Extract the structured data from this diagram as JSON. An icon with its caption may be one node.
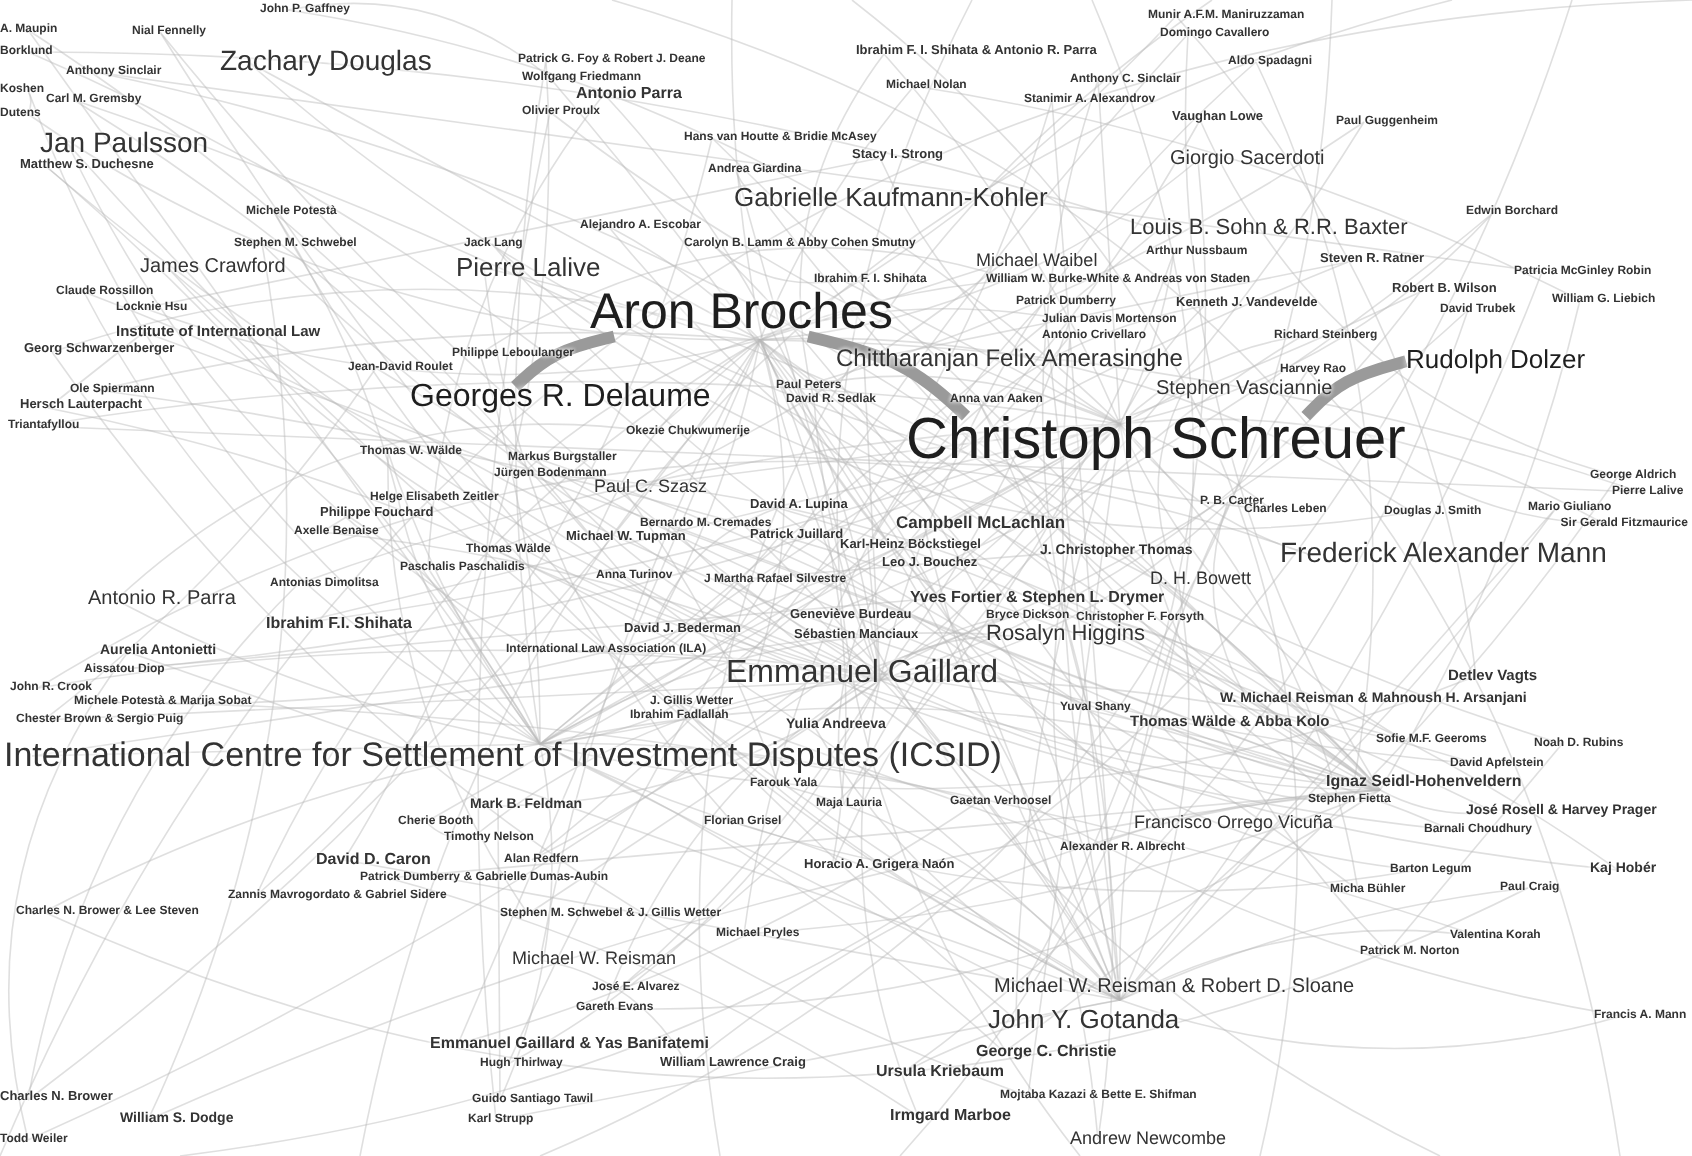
{
  "diagram": {
    "nodes": [
      {
        "text": [
          "Aron Broches"
        ]
      },
      {
        "text": [
          "Rudolph Dolzer"
        ]
      },
      {
        "text": [
          "Georges R. Delaume"
        ]
      },
      {
        "text": [
          "Christoph Schreuer"
        ]
      }
    ],
    "edges": [
      {
        "from": 2,
        "to": 0,
        "arrow": "none"
      },
      {
        "from": 0,
        "to": 3,
        "arrow": "none"
      },
      {
        "from": 3,
        "to": 1,
        "arrow": "none"
      }
    ],
    "labels": [
      "John P. Gaffney",
      "Munir A.F.M. Maniruzzaman",
      "A. Maupin",
      "Nial Fennelly",
      "Domingo Cavallero",
      "Borklund",
      "Ibrahim F. I. Shihata & Antonio R. Parra",
      "Zachary Douglas",
      "Patrick G. Foy & Robert J. Deane",
      "Aldo Spadagni",
      "Anthony Sinclair",
      "Wolfgang Friedmann",
      "Anthony C. Sinclair",
      "Michael Nolan",
      "Koshen",
      "Antonio Parra",
      "Carl M. Gremsby",
      "Stanimir A. Alexandrov",
      "Olivier Proulx",
      "Dutens",
      "Vaughan Lowe",
      "Paul Guggenheim",
      "Hans van Houtte & Bridie McAsey",
      "Jan Paulsson",
      "Stacy I. Strong",
      "Giorgio Sacerdoti",
      "Matthew S. Duchesne",
      "Andrea Giardina",
      "Gabrielle Kaufmann-Kohler",
      "Michele Potestà",
      "Edwin Borchard",
      "Alejandro A. Escobar",
      "Louis B. Sohn & R.R. Baxter",
      "Stephen M. Schwebel",
      "Jack Lang",
      "Carolyn B. Lamm & Abby Cohen Smutny",
      "Arthur Nussbaum",
      "Michael Waibel",
      "Steven R. Ratner",
      "James Crawford",
      "Pierre Lalive",
      "Patricia McGinley Robin",
      "Ibrahim F. I. Shihata",
      "William W. Burke-White & Andreas von Staden",
      "Claude Rossillon",
      "Robert B. Wilson",
      "William G. Liebich",
      "Patrick Dumberry",
      "Kenneth J. Vandevelde",
      "Locknie Hsu",
      "David Trubek",
      "Julian Davis Mortenson",
      "Institute of International Law",
      "Antonio Crivellaro",
      "Richard Steinberg",
      "Georg Schwarzenberger",
      "Philippe Leboulanger",
      "Chittharanjan Felix Amerasinghe",
      "Jean-David Roulet",
      "Harvey Rao",
      "Paul Peters",
      "Ole Spiermann",
      "Stephen Vasciannie",
      "David R. Sedlak",
      "Anna van Aaken",
      "Hersch Lauterpacht",
      "Triantafyllou",
      "Okezie Chukwumerije",
      "Thomas W. Wälde",
      "Markus Burgstaller",
      "Jürgen Bodenmann",
      "George Aldrich",
      "Paul C. Szasz",
      "Pierre Lalive",
      "Helge Elisabeth Zeitler",
      "P. B. Carter",
      "David A. Lupina",
      "Mario Giuliano",
      "Charles Leben",
      "Douglas J. Smith",
      "Philippe Fouchard",
      "Axelle Benaise",
      "Bernardo M. Cremades",
      "Campbell McLachlan",
      "Sir Gerald Fitzmaurice",
      "Michael W. Tupman",
      "Patrick Juillard",
      "Karl-Heinz Böckstiegel",
      "Thomas Wälde",
      "J. Christopher Thomas",
      "Frederick Alexander Mann",
      "Leo J. Bouchez",
      "Paschalis Paschalidis",
      "Anna Turinov",
      "J Martha Rafael Silvestre",
      "D. H. Bowett",
      "Antonias Dimolitsa",
      "Yves Fortier & Stephen L. Drymer",
      "Antonio R. Parra",
      "Bryce Dickson",
      "Christopher F. Forsyth",
      "Geneviève Burdeau",
      "Ibrahim F.I. Shihata",
      "David J. Bederman",
      "Rosalyn Higgins",
      "Sébastien Manciaux",
      "International Law Association (ILA)",
      "Aurelia Antonietti",
      "Aissatou Diop",
      "Emmanuel Gaillard",
      "Detlev Vagts",
      "John R. Crook",
      "W. Michael Reisman & Mahnoush H. Arsanjani",
      "J. Gillis Wetter",
      "Michele Potestà & Marija Sobat",
      "Yuval Shany",
      "Ibrahim Fadlallah",
      "Chester Brown & Sergio Puig",
      "Thomas Wälde & Abba Kolo",
      "Yulia Andreeva",
      "Sofie M.F. Geeroms",
      "Noah D. Rubins",
      "International Centre for Settlement of Investment Disputes (ICSID)",
      "David Apfelstein",
      "Ignaz Seidl-Hohenveldern",
      "Farouk Yala",
      "Maja Lauria",
      "Stephen Fietta",
      "Gaetan Verhoosel",
      "Mark B. Feldman",
      "José Rosell & Harvey Prager",
      "Florian Grisel",
      "Cherie Booth",
      "Francisco Orrego Vicuña",
      "Barnali Choudhury",
      "Timothy Nelson",
      "Alexander R. Albrecht",
      "David D. Caron",
      "Alan Redfern",
      "Horacio A. Grigera Naón",
      "Barton Legum",
      "Kaj Hobér",
      "Patrick Dumberry & Gabrielle Dumas-Aubin",
      "Paul Craig",
      "Micha Bühler",
      "Zannis Mavrogordato & Gabriel Sidere",
      "Charles N. Brower & Lee Steven",
      "Stephen M. Schwebel & J. Gillis Wetter",
      "Michael Pryles",
      "Valentina Korah",
      "Patrick M. Norton",
      "Michael W. Reisman",
      "Michael W. Reisman & Robert D. Sloane",
      "José E. Alvarez",
      "Gareth Evans",
      "Francis A. Mann",
      "John Y. Gotanda",
      "Emmanuel Gaillard & Yas Banifatemi",
      "George C. Christie",
      "Hugh Thirlway",
      "William Lawrence Craig",
      "Ursula Kriebaum",
      "Mojtaba Kazazi & Bette E. Shifman",
      "Charles N. Brower",
      "Guido Santiago Tawil",
      "Irmgard Marboe",
      "William S. Dodge",
      "Karl Strupp",
      "Todd Weiler",
      "Andrew Newcombe"
    ]
  }
}
